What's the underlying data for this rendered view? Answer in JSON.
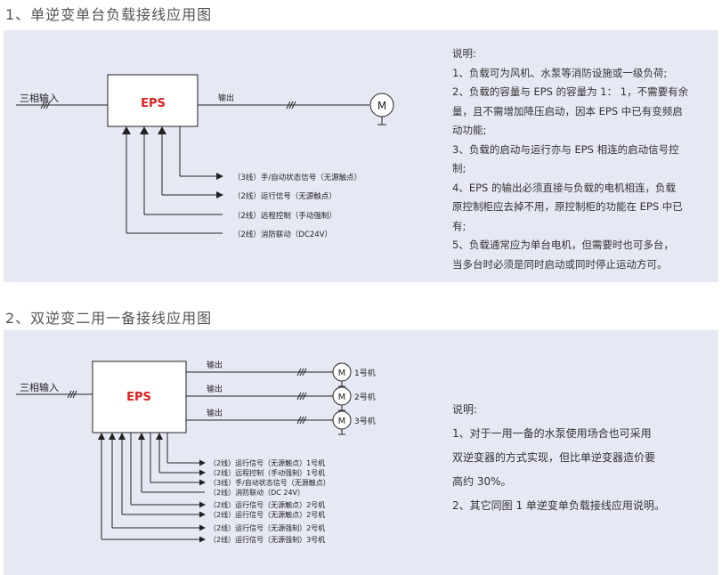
{
  "section1": {
    "title": "1、单逆变单台负载接线应用图",
    "box_label": "EPS",
    "input_label": "三相输入",
    "output_label": "输出",
    "motor_symbol": "M",
    "signals": [
      "（3线）手/自动状态信号（无源触点）",
      "（2线）运行信号（无源触点）",
      "（2线）远程控制（手动强制）",
      "（2线）消防联动（DC24V）"
    ],
    "notes": [
      "说明:",
      "1、负载可为风机、水泵等消防设施或一级负荷;",
      "2、负载的容量与 EPS 的容量为 1： 1，不需要有余",
      "量，且不需增加降压启动，因本 EPS 中已有变频启",
      "动功能;",
      "3、负载的启动与运行亦与 EPS 相连的启动信号控",
      "制;",
      "4、EPS 的输出必须直接与负载的电机相连，负载",
      "原控制柜应去掉不用，原控制柜的功能在 EPS 中已",
      "有;",
      "5、负载通常应为单台电机，但需要时也可多台，",
      "当多台时必须是同时启动或同时停止运动方可。"
    ]
  },
  "section2": {
    "title": "2、双逆变二用一备接线应用图",
    "box_label": "EPS",
    "input_label": "三相输入",
    "outputs": [
      {
        "label": "输出",
        "motor_symbol": "M",
        "unit": "1号机"
      },
      {
        "label": "输出",
        "motor_symbol": "M",
        "unit": "2号机"
      },
      {
        "label": "输出",
        "motor_symbol": "M",
        "unit": "3号机"
      }
    ],
    "signals": [
      "（2线）运行信号（无源触点）1号机",
      "（2线）远程控制（手动强制）1号机",
      "（3线）手/自动状态信号（无源触点）",
      "（2线）消防联动（DC 24V）",
      "（2线）运行信号（无源触点）2号机",
      "（2线）运行信号（无源触点）2号机",
      "（2线）运行信号（无源强制）2号机",
      "（2线）运行信号（无源强制）3号机"
    ],
    "notes": [
      "说明:",
      "1、对于一用一备的水泵使用场合也可采用",
      "双逆变器的方式实现，但比单逆变器造价要",
      "高约 30%。",
      "2、其它同图 1 单逆变单负载接线应用说明。"
    ]
  },
  "colors": {
    "panel_bg": "#e6e9f4",
    "eps_text": "#e02020",
    "line": "#222222"
  }
}
